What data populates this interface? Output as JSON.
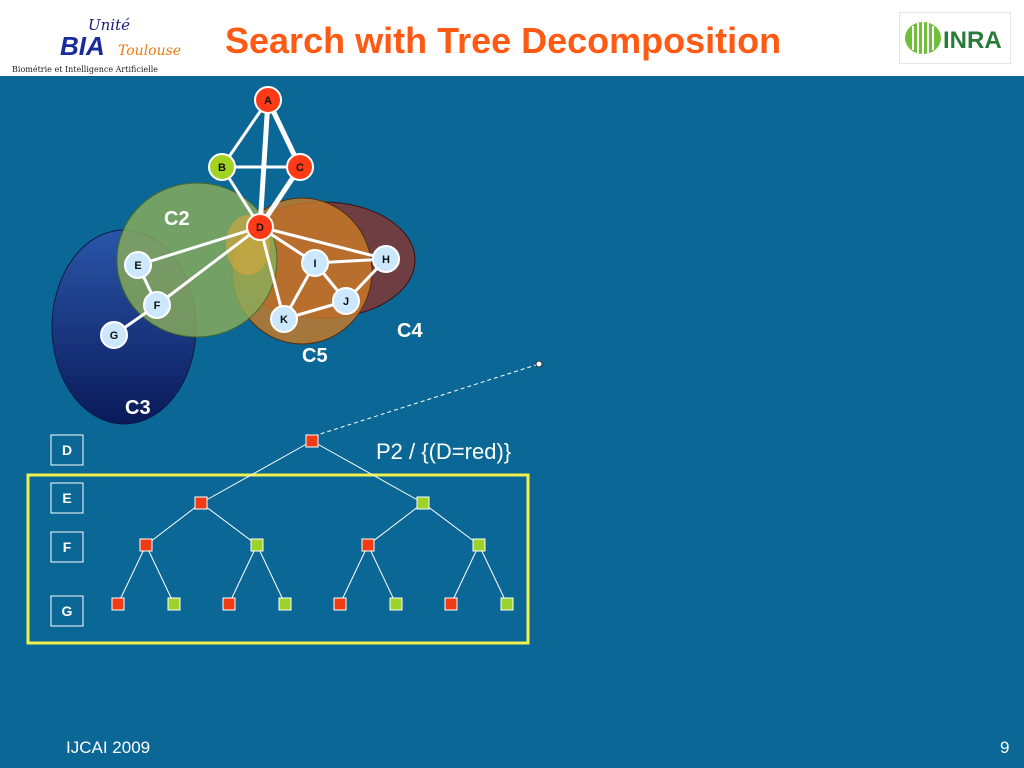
{
  "header": {
    "title": "Search with Tree Decomposition",
    "logo_left": {
      "top": "Unité",
      "main": "BIA",
      "side": "Toulouse",
      "caption": "Biométrie et Intelligence Artificielle"
    },
    "logo_right": {
      "text": "INRA"
    }
  },
  "graph": {
    "nodes": [
      {
        "label": "A",
        "color": "#ff3b17"
      },
      {
        "label": "B",
        "color": "#a3d321"
      },
      {
        "label": "C",
        "color": "#ff3b17"
      },
      {
        "label": "D",
        "color": "#ff3b17"
      },
      {
        "label": "E",
        "color": "#cce8ff"
      },
      {
        "label": "F",
        "color": "#cce8ff"
      },
      {
        "label": "G",
        "color": "#cce8ff"
      },
      {
        "label": "H",
        "color": "#cce8ff"
      },
      {
        "label": "I",
        "color": "#cce8ff"
      },
      {
        "label": "J",
        "color": "#cce8ff"
      },
      {
        "label": "K",
        "color": "#cce8ff"
      }
    ],
    "clusters": [
      "C2",
      "C3",
      "C4",
      "C5"
    ]
  },
  "search_tree": {
    "label": "P2 / {(D=red)}",
    "variables": [
      "D",
      "E",
      "F",
      "G"
    ],
    "colors": {
      "red": "#f03c14",
      "green": "#9cd22a",
      "highlight": "#f0f050"
    }
  },
  "footer": {
    "conference": "IJCAI 2009",
    "page": "9"
  }
}
